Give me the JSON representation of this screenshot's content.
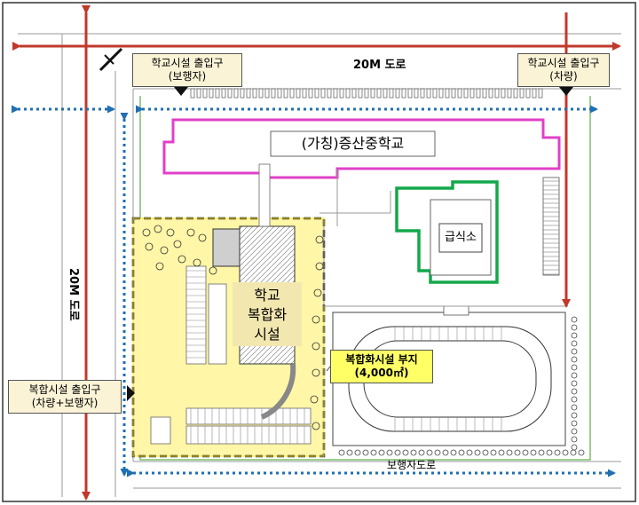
{
  "roads": {
    "north": "20M 도로",
    "west": "20M 도로",
    "south": "보행자도로"
  },
  "entrances": {
    "school_pedestrian": {
      "line1": "학교시설 출입구",
      "line2": "(보행자)"
    },
    "school_vehicle": {
      "line1": "학교시설 출입구",
      "line2": "(차량)"
    },
    "complex": {
      "line1": "복합시설 출입구",
      "line2": "(차량+보행자)"
    }
  },
  "buildings": {
    "school": "(가칭)증산중학교",
    "cafeteria": "급식소",
    "complex": {
      "line1": "학교",
      "line2": "복합화",
      "line3": "시설"
    }
  },
  "site": {
    "line1": "복합화시설 부지",
    "line2": "(4,000㎡)"
  },
  "colors": {
    "road_arrow": "#c0392b",
    "walk_arrow": "#1f6fb2",
    "school_outline": "#e040c8",
    "cafeteria_outline": "#13a84a",
    "site_fill": "#fff6a8",
    "callout_yellow": "#ffff66"
  }
}
